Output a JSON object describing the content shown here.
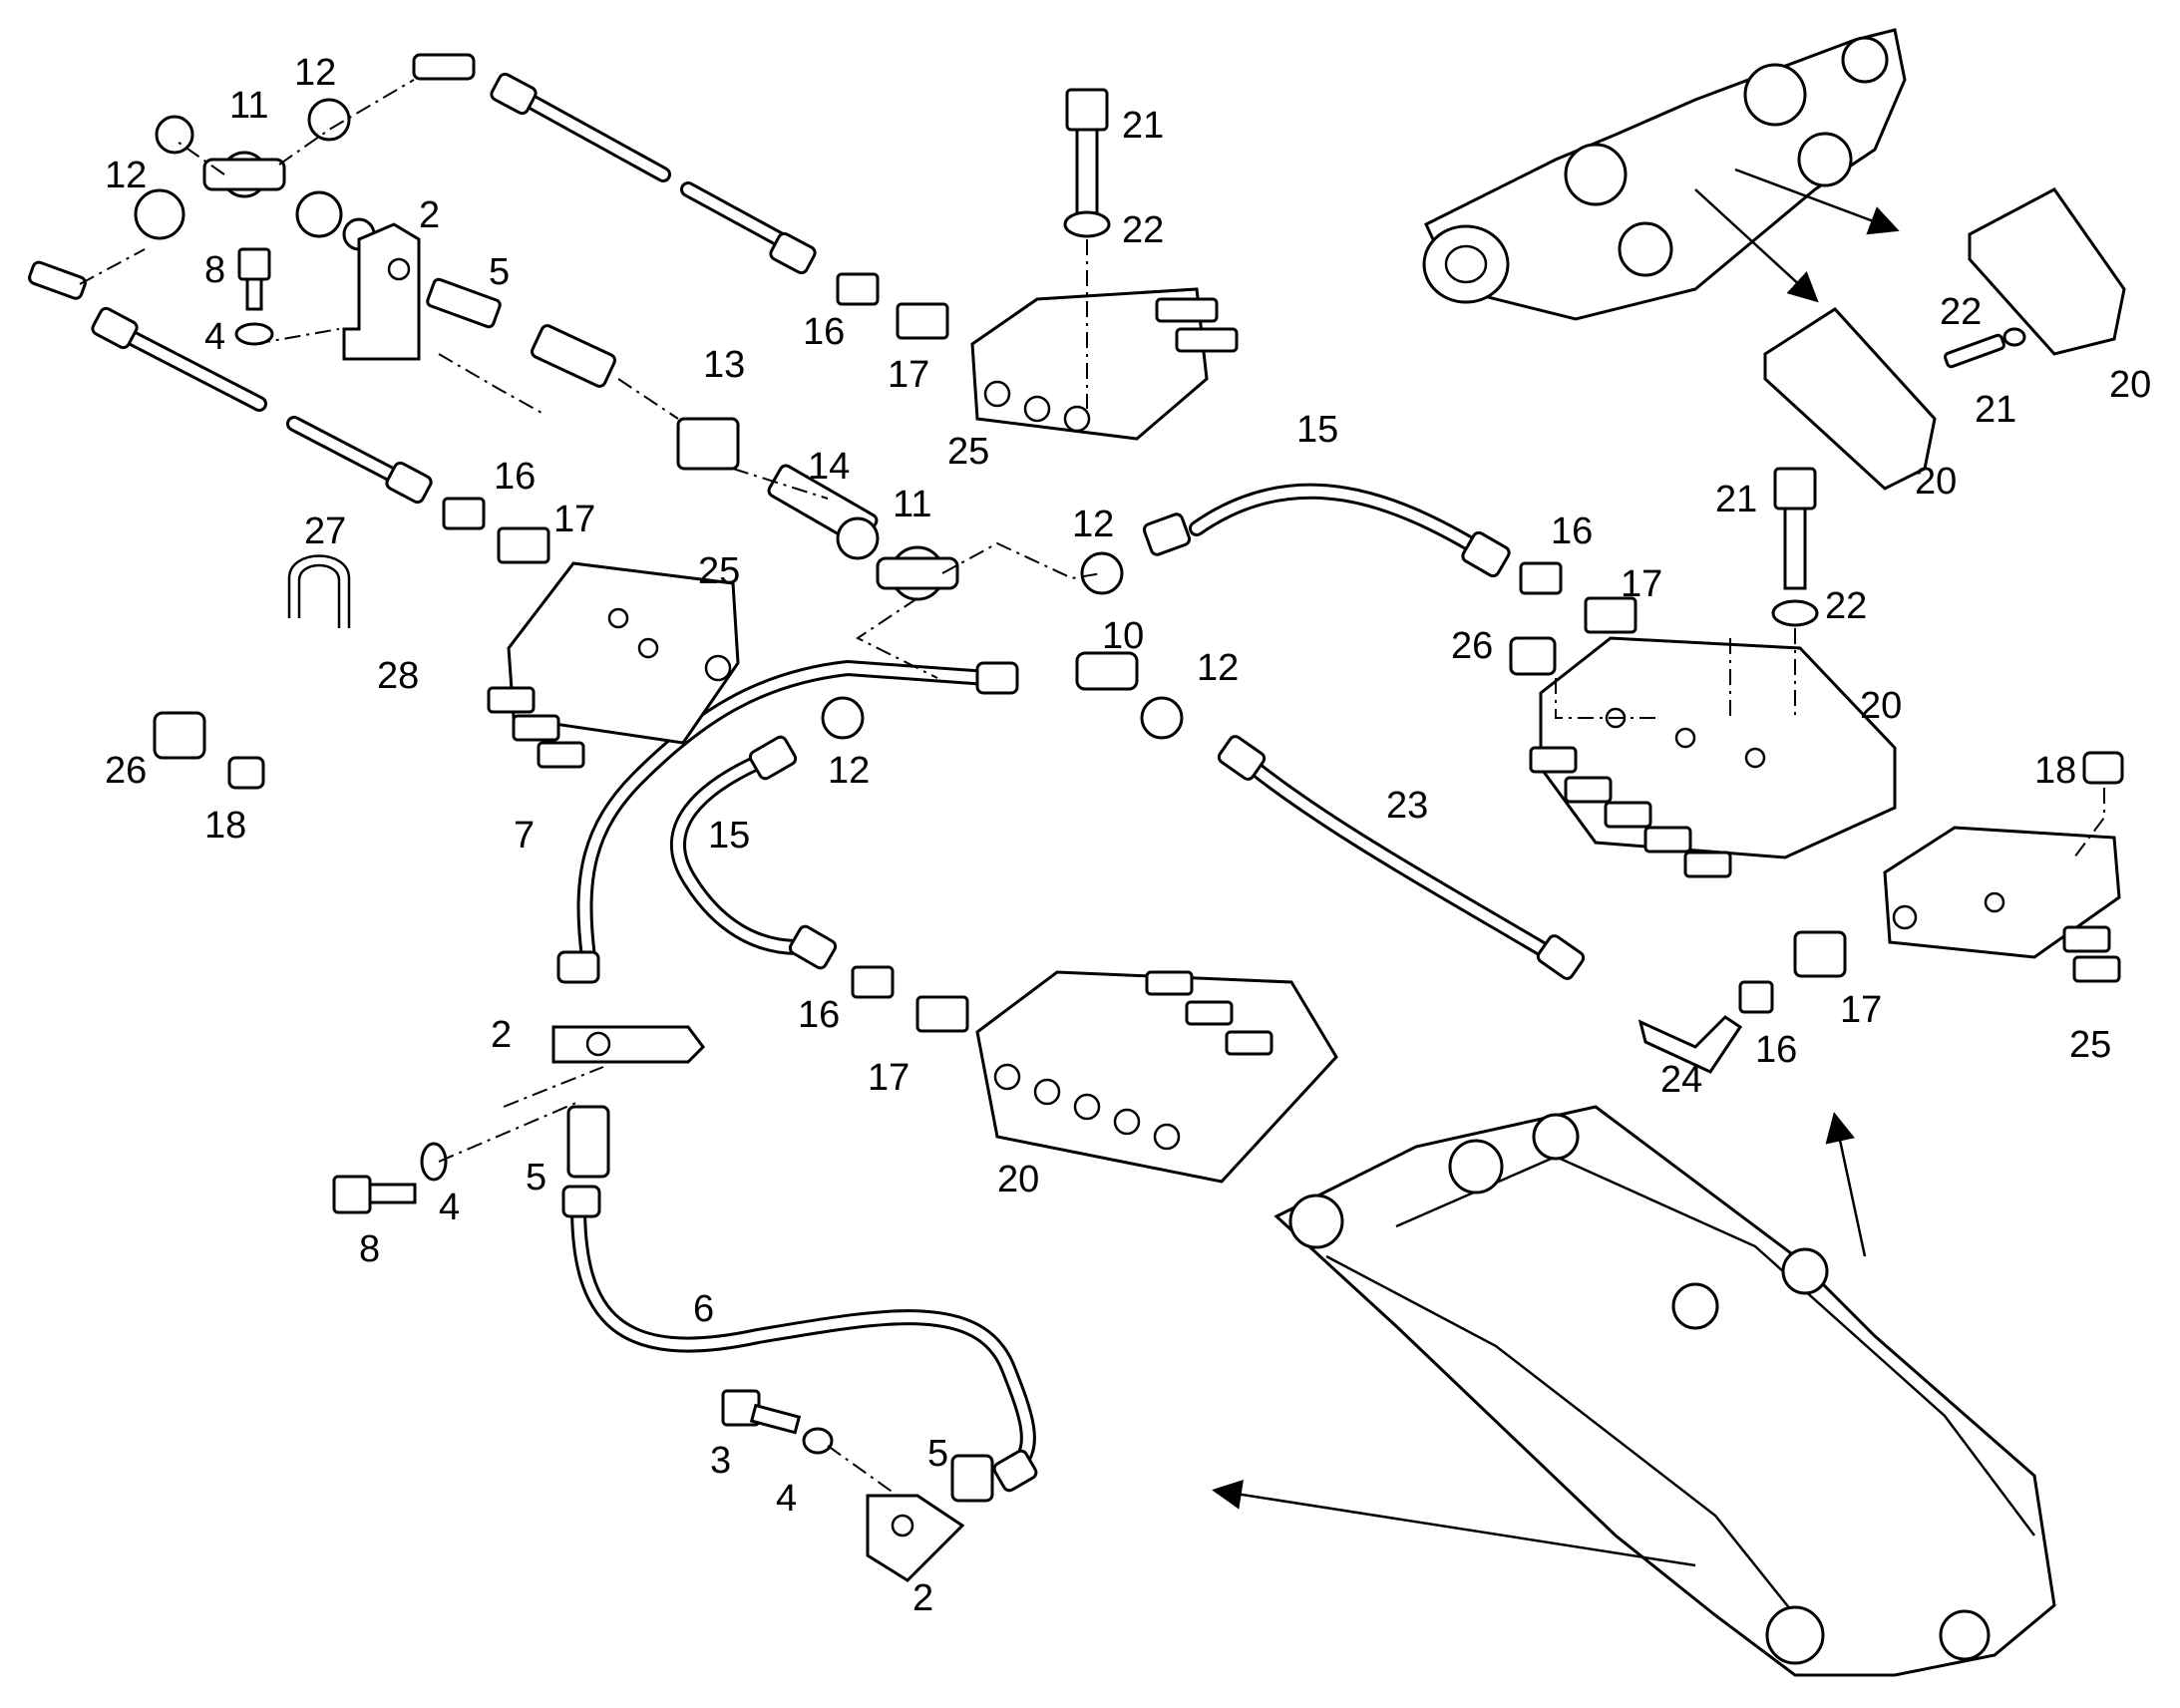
{
  "labels": [
    "2",
    "3",
    "4",
    "5",
    "6",
    "7",
    "8",
    "10",
    "11",
    "12",
    "13",
    "14",
    "15",
    "16",
    "17",
    "18",
    "20",
    "21",
    "22",
    "23",
    "24",
    "25",
    "26",
    "27",
    "28"
  ]
}
